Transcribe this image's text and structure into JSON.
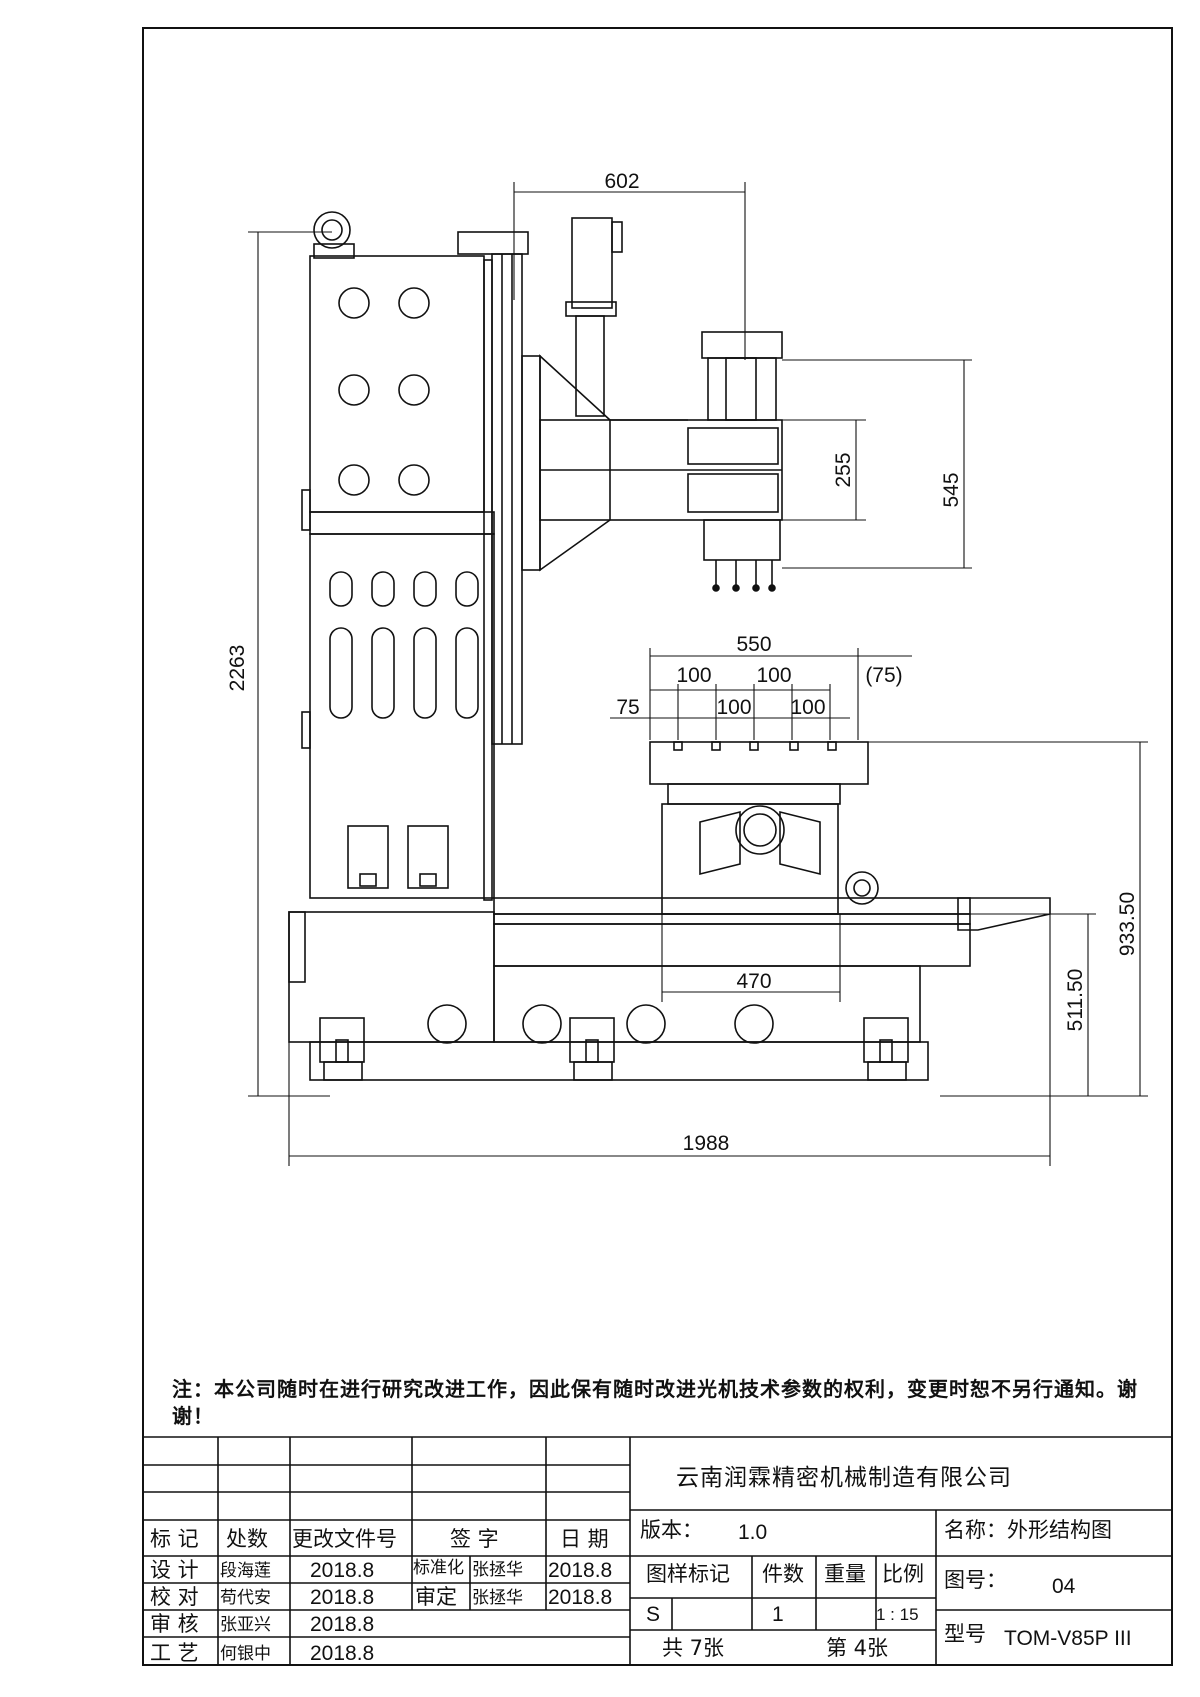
{
  "dimensions": {
    "d602": "602",
    "d255": "255",
    "d545": "545",
    "d2263": "2263",
    "d550": "550",
    "d100a": "100",
    "d100b": "100",
    "d75r": "(75)",
    "d75l": "75",
    "d100c": "100",
    "d100d": "100",
    "d933": "933.50",
    "d511": "511.50",
    "d470": "470",
    "d1988": "1988"
  },
  "note": "注：本公司随时在进行研究改进工作，因此保有随时改进光机技术参数的权利，变更时恕不另行通知。谢谢！",
  "title_block": {
    "company": "云南润霖精密机械制造有限公司",
    "headers": {
      "mark": "标 记",
      "place": "处数",
      "doc": "更改文件号",
      "sign": "签  字",
      "date": "日  期"
    },
    "rows": [
      {
        "role": "设 计",
        "name": "段海莲",
        "date": "2018.8"
      },
      {
        "role": "校 对",
        "name": "苟代安",
        "date": "2018.8"
      },
      {
        "role": "审 核",
        "name": "张亚兴",
        "date": "2018.8"
      },
      {
        "role": "工 艺",
        "name": "何银中",
        "date": "2018.8"
      }
    ],
    "standard_label": "标准化",
    "standard_name": "张拯华",
    "standard_date": "2018.8",
    "approve_label": "审定",
    "approve_name": "张拯华",
    "approve_date": "2018.8",
    "version_label": "版本：",
    "version": "1.0",
    "name_label": "名称：外形结构图",
    "drawing_mark": "图样标记",
    "qty": "件数",
    "weight": "重量",
    "scale_label": "比例",
    "mark_value": "S",
    "qty_value": "1",
    "scale_value": "1 : 15",
    "drawing_no_label": "图号：",
    "drawing_no": "04",
    "total_sheets": "共 7张",
    "sheet_no": "第 4张",
    "model_label": "型号",
    "model": "TOM-V85P III"
  }
}
